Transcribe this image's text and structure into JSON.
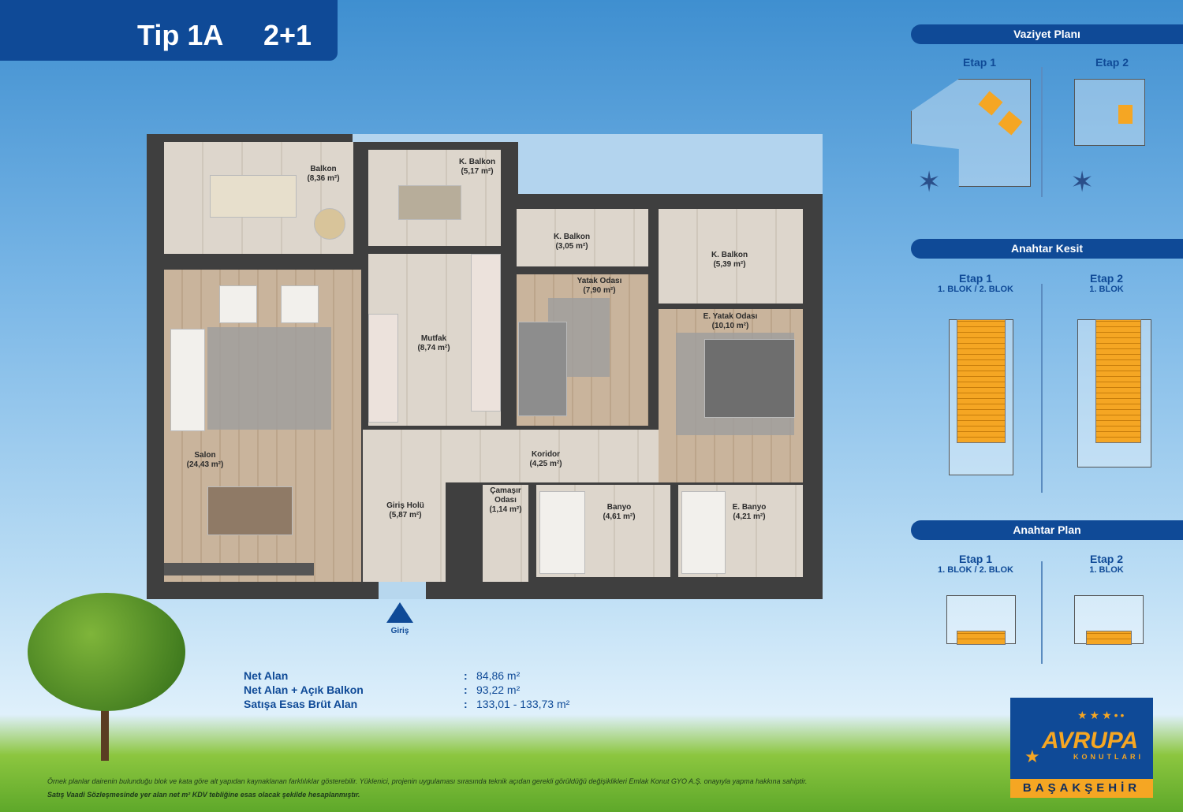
{
  "header": {
    "type": "Tip 1A",
    "layout": "2+1"
  },
  "rooms": {
    "balkon": {
      "name": "Balkon",
      "area": "(8,36 m²)"
    },
    "k_balkon_1": {
      "name": "K. Balkon",
      "area": "(5,17 m²)"
    },
    "k_balkon_2": {
      "name": "K. Balkon",
      "area": "(3,05 m²)"
    },
    "k_balkon_3": {
      "name": "K. Balkon",
      "area": "(5,39 m²)"
    },
    "yatak": {
      "name": "Yatak Odası",
      "area": "(7,90 m²)"
    },
    "e_yatak": {
      "name": "E. Yatak Odası",
      "area": "(10,10 m²)"
    },
    "mutfak": {
      "name": "Mutfak",
      "area": "(8,74 m²)"
    },
    "salon": {
      "name": "Salon",
      "area": "(24,43 m²)"
    },
    "koridor": {
      "name": "Koridor",
      "area": "(4,25 m²)"
    },
    "giris_holu": {
      "name": "Giriş Holü",
      "area": "(5,87 m²)"
    },
    "camasir": {
      "name": "Çamaşır",
      "name2": "Odası",
      "area": "(1,14 m²)"
    },
    "banyo": {
      "name": "Banyo",
      "area": "(4,61 m²)"
    },
    "e_banyo": {
      "name": "E. Banyo",
      "area": "(4,21 m²)"
    }
  },
  "entrance": "Giriş",
  "areas": [
    {
      "label": "Net Alan",
      "value": "84,86  m²"
    },
    {
      "label": "Net Alan + Açık Balkon",
      "value": "93,22  m²"
    },
    {
      "label": "Satışa Esas Brüt Alan",
      "value": "133,01 - 133,73  m²"
    }
  ],
  "side": {
    "vaziyet": {
      "title": "Vaziyet Planı",
      "etap1": "Etap 1",
      "etap2": "Etap 2"
    },
    "kesit": {
      "title": "Anahtar Kesit",
      "etap1": "Etap 1",
      "etap1_sub": "1. BLOK / 2. BLOK",
      "etap2": "Etap 2",
      "etap2_sub": "1. BLOK"
    },
    "plan": {
      "title": "Anahtar Plan",
      "etap1": "Etap 1",
      "etap1_sub": "1. BLOK / 2. BLOK",
      "etap2": "Etap 2",
      "etap2_sub": "1. BLOK"
    }
  },
  "logo": {
    "brand": "AVRUPA",
    "sub": "KONUTLARI",
    "location": "BAŞAKŞEHİR"
  },
  "disclaimer": [
    "Örnek planlar dairenin bulunduğu blok ve kata göre alt yapıdan kaynaklanan farklılıklar gösterebilir. Yüklenici, projenin uygulaması sırasında teknik açıdan gerekli görüldüğü değişiklikleri Emlak Konut GYO A.Ş. onayıyla yapma hakkına sahiptir.",
    "Satış Vaadi Sözleşmesinde yer alan net m² KDV tebliğine esas olacak şekilde hesaplanmıştır."
  ],
  "colors": {
    "brand": "#0f4a97",
    "accent": "#f5a623"
  }
}
